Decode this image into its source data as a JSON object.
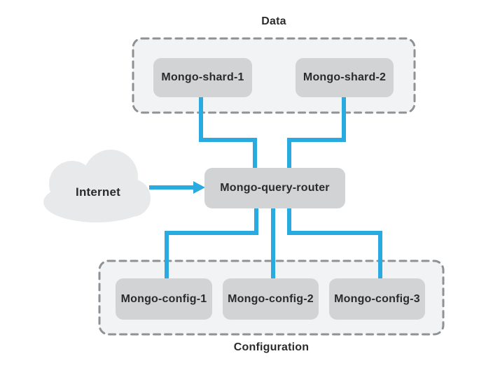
{
  "groups": {
    "data": {
      "label": "Data"
    },
    "configuration": {
      "label": "Configuration"
    }
  },
  "nodes": {
    "internet": {
      "label": "Internet",
      "type": "cloud"
    },
    "shard1": {
      "label": "Mongo-shard-1"
    },
    "shard2": {
      "label": "Mongo-shard-2"
    },
    "router": {
      "label": "Mongo-query-router"
    },
    "config1": {
      "label": "Mongo-config-1"
    },
    "config2": {
      "label": "Mongo-config-2"
    },
    "config3": {
      "label": "Mongo-config-3"
    }
  },
  "connections": [
    {
      "from": "internet",
      "to": "router",
      "arrow": true
    },
    {
      "from": "shard1",
      "to": "router"
    },
    {
      "from": "shard2",
      "to": "router"
    },
    {
      "from": "router",
      "to": "config1"
    },
    {
      "from": "router",
      "to": "config2"
    },
    {
      "from": "router",
      "to": "config3"
    }
  ],
  "colors": {
    "accent_blue": "#29abe2",
    "node_fill": "#d2d3d5",
    "group_fill": "#f2f3f4",
    "group_border": "#8f9295",
    "cloud_fill": "#e7e9eb",
    "text": "#2b2b2b",
    "background": "#ffffff"
  }
}
